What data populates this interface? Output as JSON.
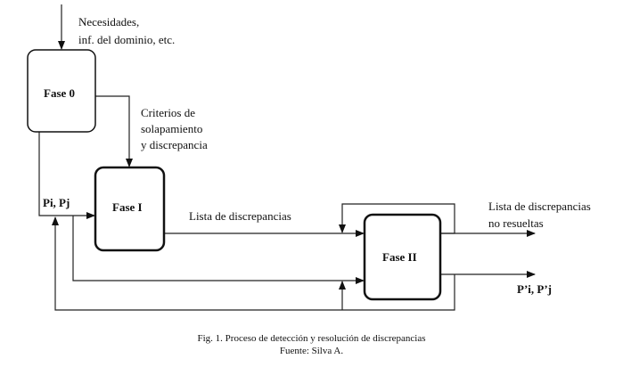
{
  "boxes": {
    "fase0": "Fase 0",
    "fase1": "Fase I",
    "fase2": "Fase II"
  },
  "labels": {
    "input_line1": "Necesidades,",
    "input_line2": "inf. del dominio, etc.",
    "criterios_line1": "Criterios de",
    "criterios_line2": "solapamiento",
    "criterios_line3": "y discrepancia",
    "pi_pj": "Pi, Pj",
    "lista": "Lista de discrepancias",
    "no_resueltas_line1": "Lista de discrepancias",
    "no_resueltas_line2": "no resueltas",
    "p_prime": "P’i, P’j"
  },
  "caption": {
    "title": "Fig. 1. Proceso de detección y resolución de discrepancias",
    "source": "Fuente: Silva A."
  }
}
